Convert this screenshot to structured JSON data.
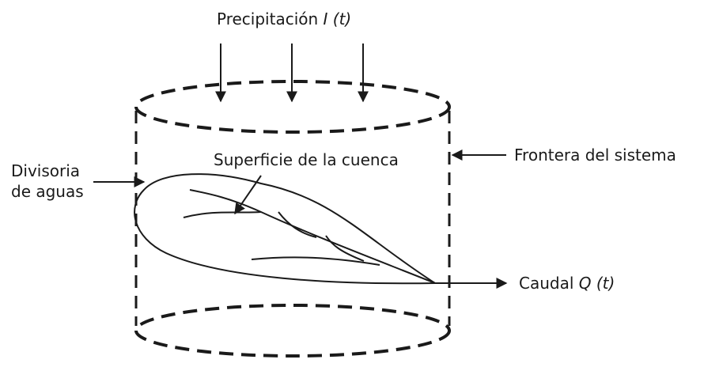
{
  "diagram": {
    "precipitation": {
      "label": "Precipitación",
      "symbol": "I (t)"
    },
    "basin_surface": {
      "label": "Superficie de la cuenca"
    },
    "system_boundary": {
      "label": "Frontera del sistema"
    },
    "divide": {
      "line1": "Divisoria",
      "line2": "de aguas"
    },
    "discharge": {
      "label": "Caudal",
      "symbol": "Q (t)"
    }
  },
  "colors": {
    "ink": "#1a1a1a",
    "background": "#ffffff"
  }
}
